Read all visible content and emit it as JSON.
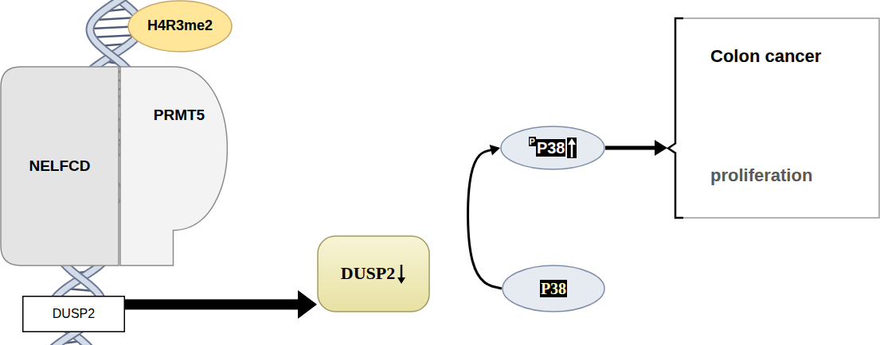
{
  "diagram": {
    "nodes": [
      {
        "text": [
          "H4R3me2"
        ]
      },
      {
        "text": [
          "NELFCD"
        ]
      },
      {
        "text": [
          "PRMT5"
        ]
      },
      {
        "text": [
          "DUSP2"
        ]
      },
      {
        "text": [
          "DUSP2"
        ]
      },
      {
        "text": [
          "P",
          "P38"
        ]
      },
      {
        "text": [
          "P38"
        ]
      },
      {
        "text": [
          "Colon cancer",
          "proliferation"
        ]
      }
    ],
    "edges": [
      {
        "from": 3,
        "to": 4,
        "arrow": "to"
      },
      {
        "from": 6,
        "to": 5,
        "arrow": "to"
      },
      {
        "from": 5,
        "to": 7,
        "arrow": "to"
      }
    ]
  }
}
